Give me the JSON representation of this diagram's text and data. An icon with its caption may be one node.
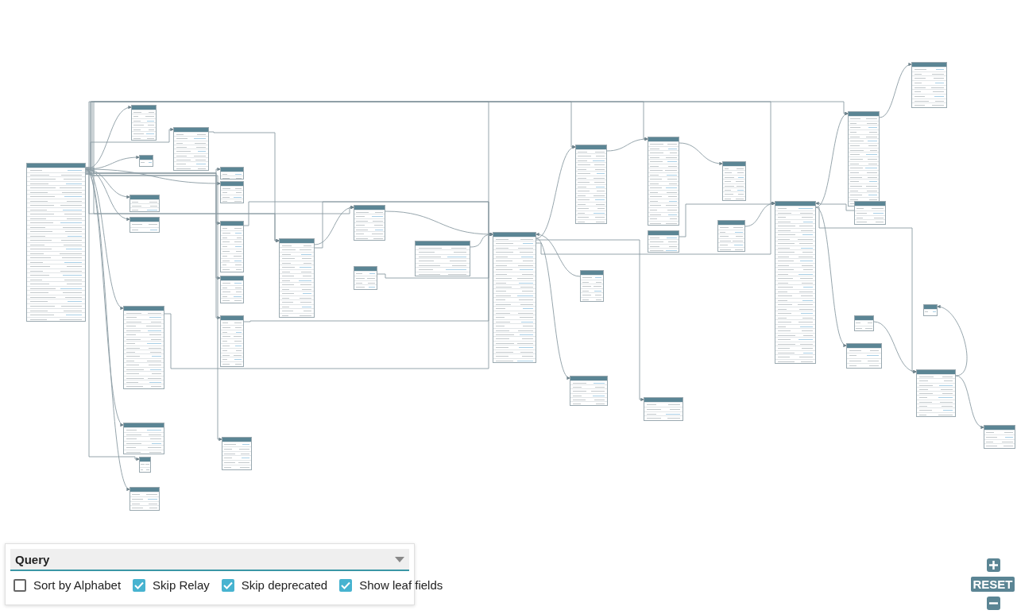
{
  "diagram": {
    "nodes": [
      {
        "text": [],
        "shape": "box"
      },
      {
        "text": [],
        "shape": "box"
      },
      {
        "text": [],
        "shape": "box"
      },
      {
        "text": [],
        "shape": "box"
      },
      {
        "text": [],
        "shape": "box"
      },
      {
        "text": [],
        "shape": "box"
      },
      {
        "text": [],
        "shape": "box"
      },
      {
        "text": [],
        "shape": "box"
      },
      {
        "text": [],
        "shape": "box"
      },
      {
        "text": [],
        "shape": "box"
      },
      {
        "text": [],
        "shape": "box"
      },
      {
        "text": [],
        "shape": "box"
      },
      {
        "text": [],
        "shape": "box"
      },
      {
        "text": [],
        "shape": "box"
      },
      {
        "text": [],
        "shape": "box"
      },
      {
        "text": [],
        "shape": "box"
      },
      {
        "text": [],
        "shape": "box"
      },
      {
        "text": [],
        "shape": "box"
      },
      {
        "text": [],
        "shape": "box"
      },
      {
        "text": [],
        "shape": "box"
      },
      {
        "text": [],
        "shape": "box"
      },
      {
        "text": [],
        "shape": "box"
      },
      {
        "text": [],
        "shape": "box"
      },
      {
        "text": [],
        "shape": "box"
      },
      {
        "text": [],
        "shape": "box"
      },
      {
        "text": [],
        "shape": "box"
      },
      {
        "text": [],
        "shape": "box"
      },
      {
        "text": [],
        "shape": "box"
      },
      {
        "text": [],
        "shape": "box"
      },
      {
        "text": [],
        "shape": "box"
      },
      {
        "text": [],
        "shape": "box"
      },
      {
        "text": [],
        "shape": "box"
      },
      {
        "text": [],
        "shape": "box"
      },
      {
        "text": [],
        "shape": "box"
      },
      {
        "text": [],
        "shape": "box"
      },
      {
        "text": [],
        "shape": "box"
      },
      {
        "text": [],
        "shape": "box"
      },
      {
        "text": [],
        "shape": "box"
      }
    ],
    "edges": [
      {
        "from": 0,
        "to": 1,
        "arrow": "to"
      },
      {
        "from": 0,
        "to": 2,
        "arrow": "to"
      },
      {
        "from": 0,
        "to": 3,
        "arrow": "to"
      },
      {
        "from": 0,
        "to": 4,
        "arrow": "to"
      },
      {
        "from": 0,
        "to": 5,
        "arrow": "to"
      },
      {
        "from": 0,
        "to": 6,
        "arrow": "to"
      },
      {
        "from": 0,
        "to": 7,
        "arrow": "to"
      },
      {
        "from": 0,
        "to": 8,
        "arrow": "to"
      },
      {
        "from": 0,
        "to": 9,
        "arrow": "to"
      },
      {
        "from": 0,
        "to": 10,
        "arrow": "to"
      },
      {
        "from": 0,
        "to": 11,
        "arrow": "to"
      },
      {
        "from": 0,
        "to": 12,
        "arrow": "to"
      },
      {
        "from": 0,
        "to": 13,
        "arrow": "to"
      },
      {
        "from": 0,
        "to": 14,
        "arrow": "to"
      },
      {
        "from": 0,
        "to": 15,
        "arrow": "to"
      },
      {
        "from": 0,
        "to": 16,
        "arrow": "to"
      },
      {
        "from": 0,
        "to": 17,
        "arrow": "to"
      },
      {
        "from": 0,
        "to": 20,
        "arrow": "to"
      },
      {
        "from": 0,
        "to": 22,
        "arrow": "to"
      },
      {
        "from": 0,
        "to": 23,
        "arrow": "to"
      },
      {
        "from": 0,
        "to": 27,
        "arrow": "to"
      },
      {
        "from": 0,
        "to": 28,
        "arrow": "to"
      },
      {
        "from": 11,
        "to": 20,
        "arrow": "to"
      },
      {
        "from": 16,
        "to": 20,
        "arrow": "to"
      },
      {
        "from": 16,
        "to": 17,
        "arrow": "to"
      },
      {
        "from": 8,
        "to": 20,
        "arrow": "to"
      },
      {
        "from": 10,
        "to": 20,
        "arrow": "to"
      },
      {
        "from": 17,
        "to": 20,
        "arrow": "to"
      },
      {
        "from": 19,
        "to": 20,
        "arrow": "to"
      },
      {
        "from": 20,
        "to": 27,
        "arrow": "to"
      },
      {
        "from": 20,
        "to": 22,
        "arrow": "to"
      },
      {
        "from": 20,
        "to": 36,
        "arrow": "to"
      },
      {
        "from": 20,
        "to": 37,
        "arrow": "to"
      },
      {
        "from": 22,
        "to": 23,
        "arrow": "to"
      },
      {
        "from": 23,
        "to": 25,
        "arrow": "to"
      },
      {
        "from": 27,
        "to": 28,
        "arrow": "to"
      },
      {
        "from": 27,
        "to": 34,
        "arrow": "to"
      },
      {
        "from": 28,
        "to": 30,
        "arrow": "to"
      },
      {
        "from": 27,
        "to": 32,
        "arrow": "to"
      },
      {
        "from": 34,
        "to": 35,
        "arrow": "to"
      },
      {
        "from": 34,
        "to": 33,
        "arrow": "to"
      },
      {
        "from": 21,
        "to": 20,
        "arrow": "to"
      },
      {
        "from": 26,
        "to": 27,
        "arrow": "to"
      },
      {
        "from": 29,
        "to": 27,
        "arrow": "to"
      },
      {
        "from": 31,
        "to": 34,
        "arrow": "to"
      },
      {
        "from": 2,
        "to": 16,
        "arrow": "to"
      },
      {
        "from": 24,
        "to": 27,
        "arrow": "to"
      },
      {
        "from": 18,
        "to": 20,
        "arrow": "to"
      }
    ],
    "labels": [
      "Query",
      "Sort by Alphabet",
      "Skip Relay",
      "Skip deprecated",
      "Show leaf fields",
      "RESET"
    ]
  }
}
